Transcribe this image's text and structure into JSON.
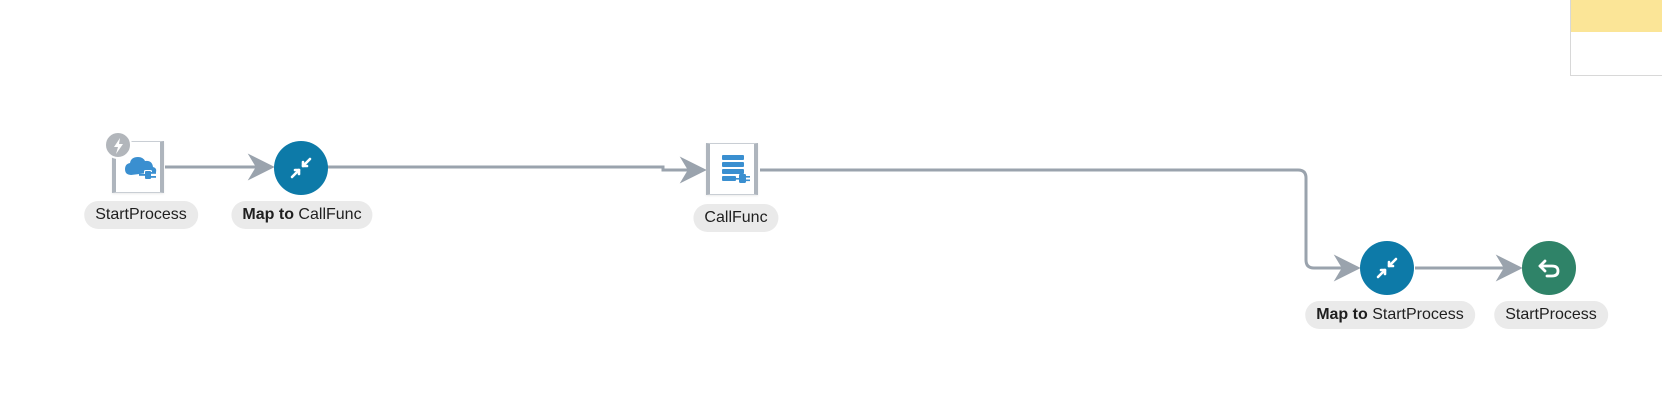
{
  "flow": {
    "nodes": [
      {
        "id": "trigger",
        "kind": "trigger-adapter",
        "label_bold": "",
        "label": "StartProcess",
        "icon": "cloud-plug-icon",
        "badge_icon": "lightning-icon"
      },
      {
        "id": "map1",
        "kind": "map",
        "label_bold": "Map to",
        "label": "CallFunc",
        "icon": "map-arrows-icon"
      },
      {
        "id": "invoke",
        "kind": "invoke-adapter",
        "label_bold": "",
        "label": "CallFunc",
        "icon": "list-plug-icon"
      },
      {
        "id": "map2",
        "kind": "map",
        "label_bold": "Map to",
        "label": "StartProcess",
        "icon": "map-arrows-icon"
      },
      {
        "id": "return",
        "kind": "return",
        "label_bold": "",
        "label": "StartProcess",
        "icon": "return-arrow-icon"
      }
    ]
  },
  "colors": {
    "connector": "#9aa3ad",
    "map_node": "#0d7aa8",
    "return_node": "#2f8368",
    "adapter_icon": "#3a8fd0",
    "label_bg": "#eaeaea",
    "overview_viewport": "#fbe597"
  }
}
